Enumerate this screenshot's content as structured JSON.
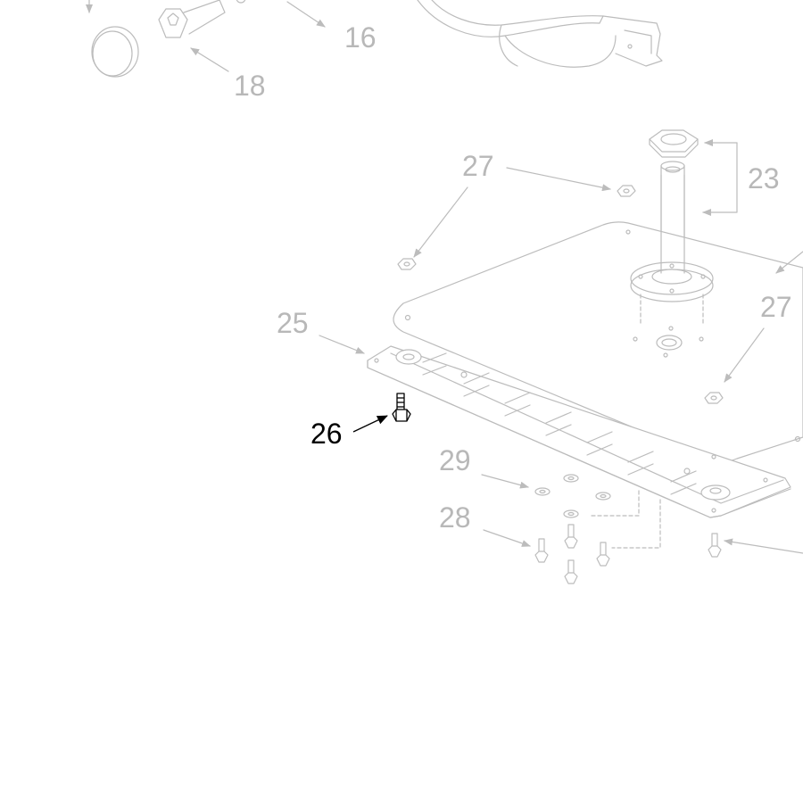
{
  "figure": {
    "kind": "exploded parts diagram",
    "colors": {
      "background": "#ffffff",
      "faded_line": "#bcbcbc",
      "faded_label": "#b8b8b8",
      "highlight": "#000000"
    },
    "highlighted_part": "26"
  },
  "callouts": {
    "c16": "16",
    "c18": "18",
    "c23": "23",
    "c25": "25",
    "c26": "26",
    "c27_left": "27",
    "c27_right": "27",
    "c28": "28",
    "c29": "29"
  }
}
